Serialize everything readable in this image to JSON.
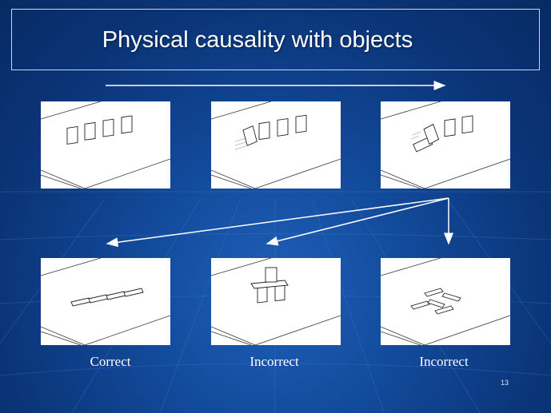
{
  "slide": {
    "title": "Physical causality with objects",
    "slide_number": "13"
  },
  "outcomes": {
    "correct_label": "Correct",
    "incorrect_label_1": "Incorrect",
    "incorrect_label_2": "Incorrect"
  },
  "colors": {
    "background": "#124a9b",
    "text": "#ffffff",
    "arrow": "#ffffff"
  }
}
